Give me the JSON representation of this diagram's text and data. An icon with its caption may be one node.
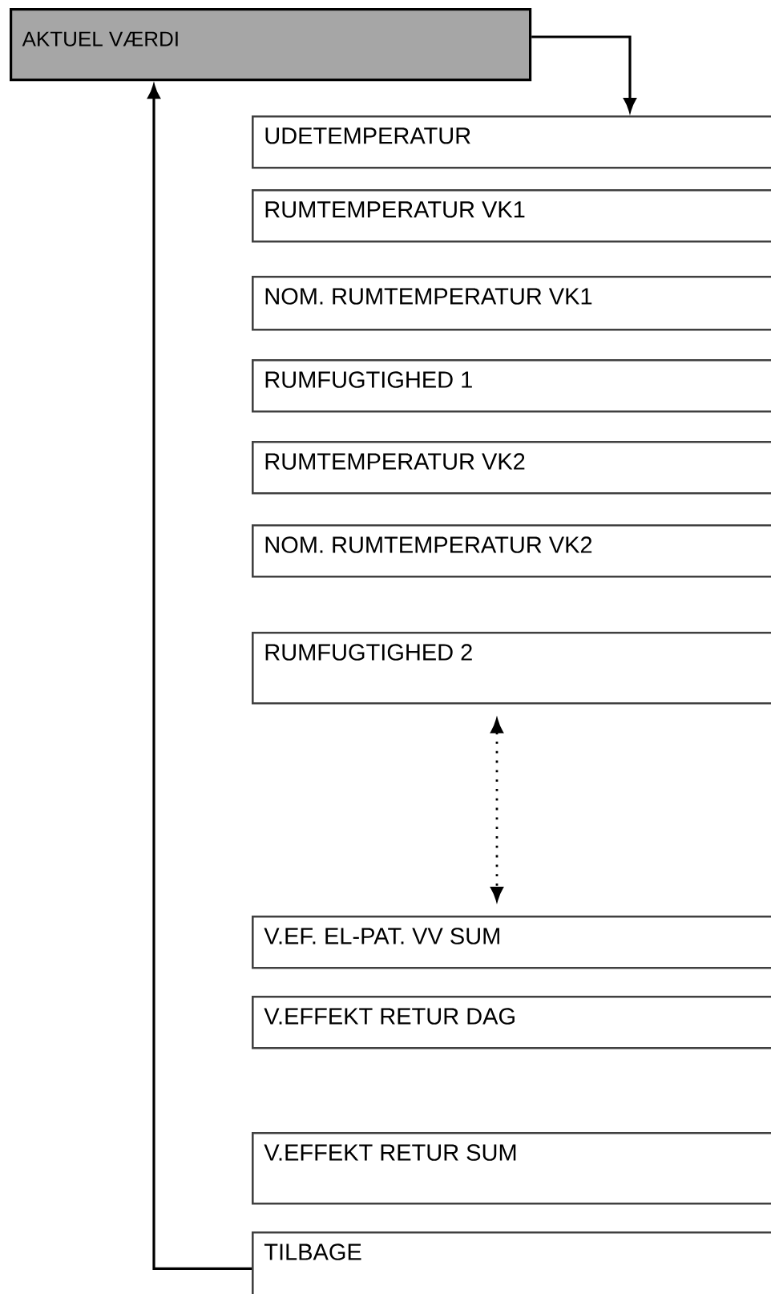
{
  "diagram": {
    "nodes": [
      {
        "text": [
          "AKTUEL VÆRDI"
        ]
      },
      {
        "text": [
          "UDETEMPERATUR"
        ]
      },
      {
        "text": [
          "RUMTEMPERATUR VK1"
        ]
      },
      {
        "text": [
          "NOM. RUMTEMPERATUR VK1"
        ]
      },
      {
        "text": [
          "RUMFUGTIGHED 1"
        ]
      },
      {
        "text": [
          "RUMTEMPERATUR VK2"
        ]
      },
      {
        "text": [
          "NOM. RUMTEMPERATUR VK2"
        ]
      },
      {
        "text": [
          "RUMFUGTIGHED 2"
        ]
      },
      {
        "text": [
          "V.EF. EL-PAT. VV SUM"
        ]
      },
      {
        "text": [
          "V.EFFEKT RETUR DAG"
        ]
      },
      {
        "text": [
          "V.EFFEKT RETUR SUM"
        ]
      },
      {
        "text": [
          "TILBAGE"
        ]
      }
    ],
    "edges": [
      {
        "from": 0,
        "to": 1,
        "arrow": "to"
      },
      {
        "from": 7,
        "to": 8,
        "arrow": "both",
        "style": "dashed"
      },
      {
        "from": 11,
        "to": 0,
        "arrow": "to"
      }
    ]
  }
}
